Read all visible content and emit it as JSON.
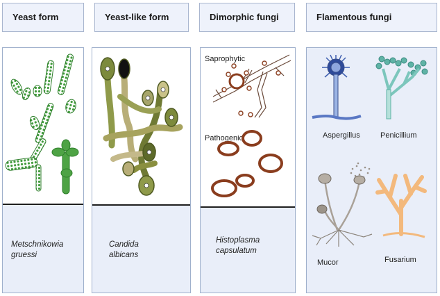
{
  "columns": [
    {
      "title": "Yeast form",
      "species": [
        "Metschnikowia",
        "gruessi"
      ]
    },
    {
      "title": "Yeast-like form",
      "species": [
        "Candida",
        "albicans"
      ]
    },
    {
      "title": "Dimorphic fungi",
      "species": [
        "Histoplasma",
        "capsulatum"
      ],
      "labels": {
        "upper": "Saprophytic",
        "lower": "Pathogenic"
      }
    },
    {
      "title": "Flamentous fungi",
      "labels": {
        "a": "Aspergillus",
        "b": "Penicillium",
        "c": "Mucor",
        "d": "Fusarium"
      }
    }
  ],
  "colors": {
    "header_bg": "#eef2fb",
    "panel_lower_bg": "#e9eef9",
    "border": "#9fb0cc",
    "yeast_green": "#3f9a3a",
    "candida_olive": "#7e8a3c",
    "histo_brown": "#8a3d1e",
    "asper_blue": "#3f5fb0",
    "penic_teal": "#5fb3a6",
    "mucor_gray": "#8c857c",
    "fusar_orange": "#f0b070"
  },
  "icons": [
    "yeast-cells-illustration",
    "candida-hyphae-illustration",
    "hyphae-illustration",
    "yeast-rings-illustration",
    "aspergillus-illustration",
    "penicillium-illustration",
    "mucor-illustration",
    "fusarium-illustration"
  ]
}
